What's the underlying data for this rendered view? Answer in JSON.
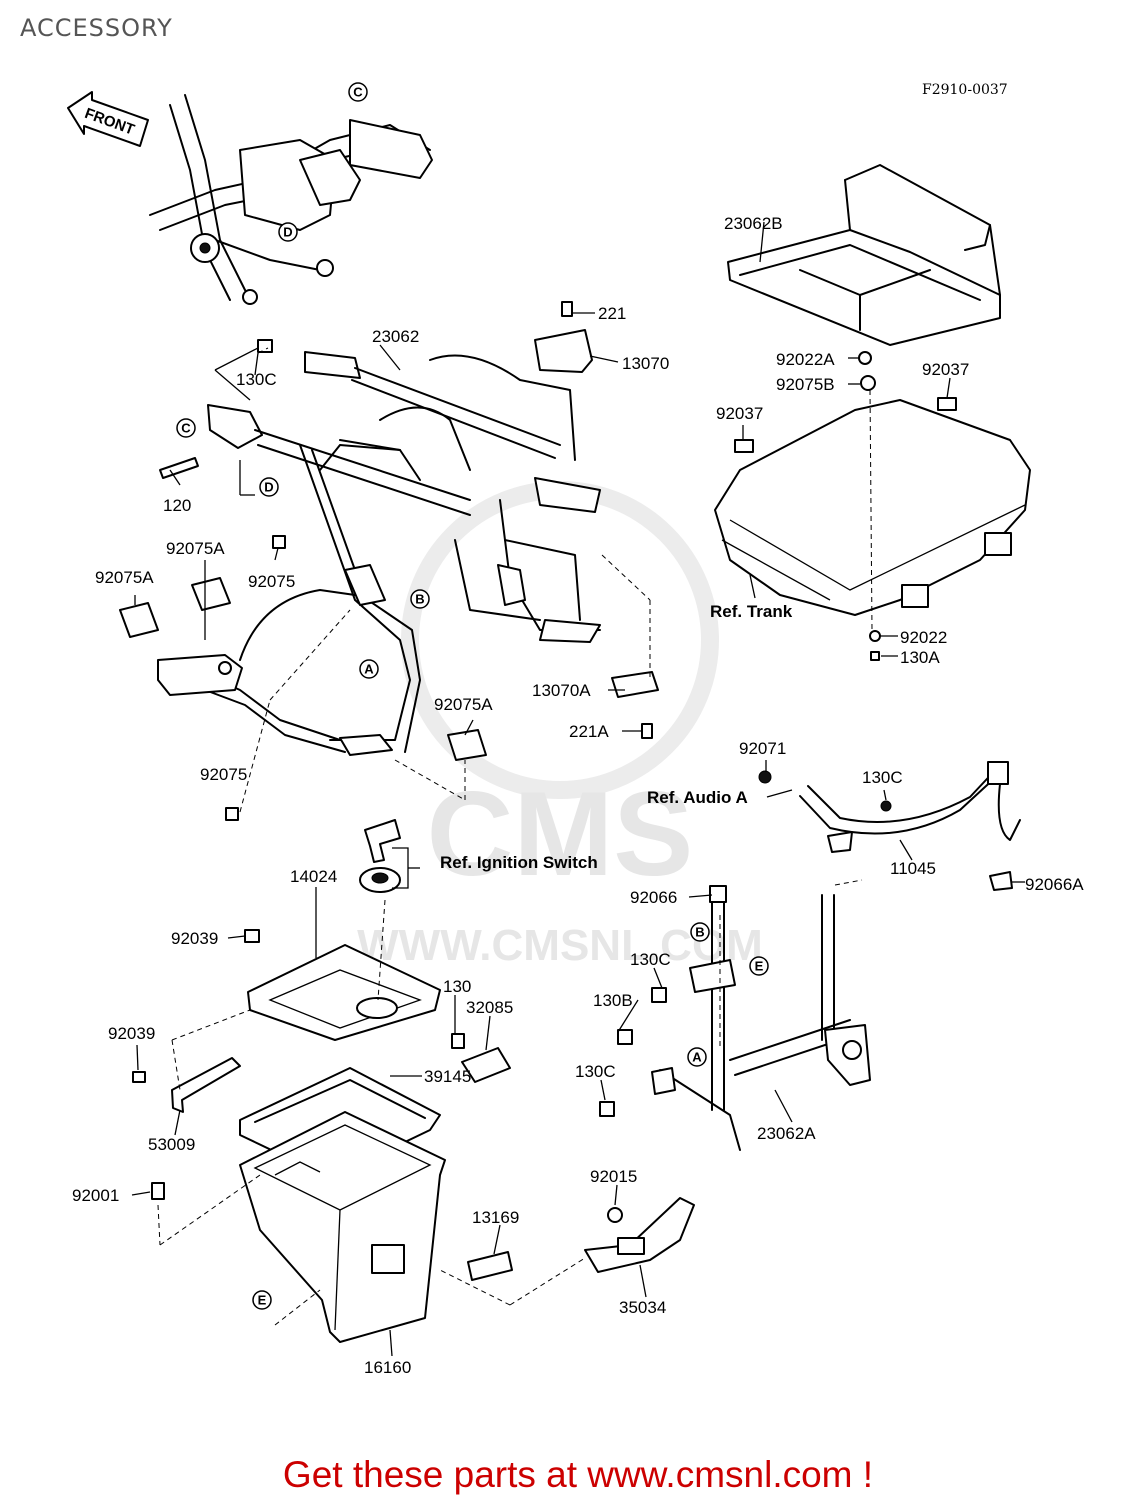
{
  "header": {
    "title": "ACCESSORY"
  },
  "figure": {
    "id": "F2910-0037",
    "front_label": "FRONT"
  },
  "watermark": {
    "brand": "CMS",
    "url": "WWW.CMSNL.COM"
  },
  "callouts": [
    "A",
    "B",
    "C",
    "D",
    "E"
  ],
  "parts": [
    {
      "num": "221"
    },
    {
      "num": "13070"
    },
    {
      "num": "23062"
    },
    {
      "num": "130C"
    },
    {
      "num": "120"
    },
    {
      "num": "92075A"
    },
    {
      "num": "92075"
    },
    {
      "num": "13070A"
    },
    {
      "num": "221A"
    },
    {
      "num": "23062B"
    },
    {
      "num": "92022A"
    },
    {
      "num": "92075B"
    },
    {
      "num": "92037"
    },
    {
      "num": "92022"
    },
    {
      "num": "130A"
    },
    {
      "num": "92071"
    },
    {
      "num": "11045"
    },
    {
      "num": "92066A"
    },
    {
      "num": "14024"
    },
    {
      "num": "92039"
    },
    {
      "num": "130"
    },
    {
      "num": "32085"
    },
    {
      "num": "39145"
    },
    {
      "num": "53009"
    },
    {
      "num": "92001"
    },
    {
      "num": "13169"
    },
    {
      "num": "16160"
    },
    {
      "num": "92015"
    },
    {
      "num": "35034"
    },
    {
      "num": "92066"
    },
    {
      "num": "130B"
    },
    {
      "num": "23062A"
    }
  ],
  "references": {
    "trank": "Ref. Trank",
    "audio": "Ref. Audio  A",
    "ignition": "Ref. Ignition Switch"
  },
  "footer": {
    "cta": "Get these parts at www.cmsnl.com !"
  }
}
